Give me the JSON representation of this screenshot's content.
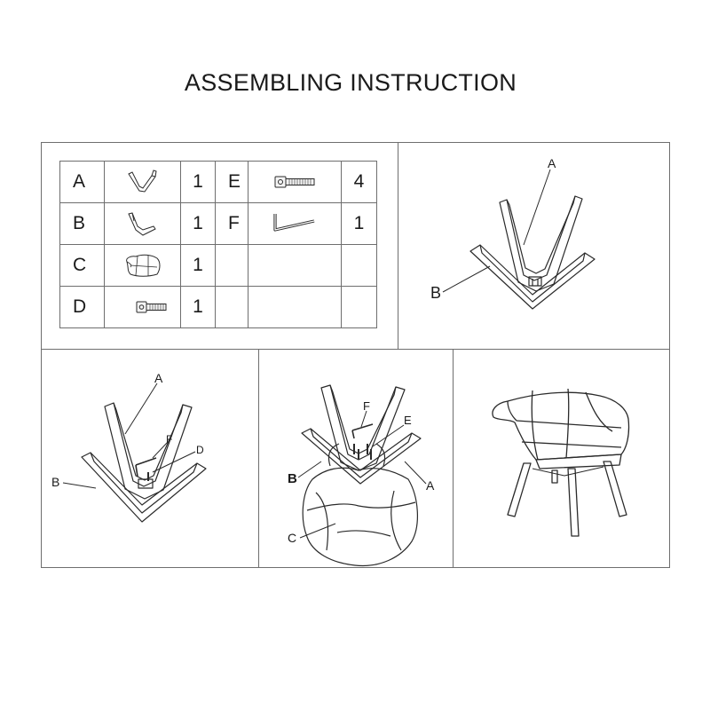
{
  "title": "ASSEMBLING INSTRUCTION",
  "parts": [
    {
      "left": {
        "label": "A",
        "icon": "leg-frame-a-icon",
        "qty": "1"
      },
      "right": {
        "label": "E",
        "icon": "bolt-e-icon",
        "qty": "4"
      }
    },
    {
      "left": {
        "label": "B",
        "icon": "leg-frame-b-icon",
        "qty": "1"
      },
      "right": {
        "label": "F",
        "icon": "allen-key-icon",
        "qty": "1"
      }
    },
    {
      "left": {
        "label": "C",
        "icon": "seat-shell-icon",
        "qty": "1"
      },
      "right": {
        "label": "",
        "icon": "",
        "qty": ""
      }
    },
    {
      "left": {
        "label": "D",
        "icon": "short-bolt-icon",
        "qty": "1"
      },
      "right": {
        "label": "",
        "icon": "",
        "qty": ""
      }
    }
  ],
  "step1": {
    "label_a": "A",
    "label_b": "B"
  },
  "step2": {
    "label_a": "A",
    "label_b": "B",
    "label_f": "F",
    "label_d": "D"
  },
  "step3": {
    "label_f": "F",
    "label_e": "E",
    "label_b": "B",
    "label_a": "A",
    "label_c": "C"
  },
  "colors": {
    "line": "#2a2a2a",
    "grid": "#7a7a7a"
  }
}
